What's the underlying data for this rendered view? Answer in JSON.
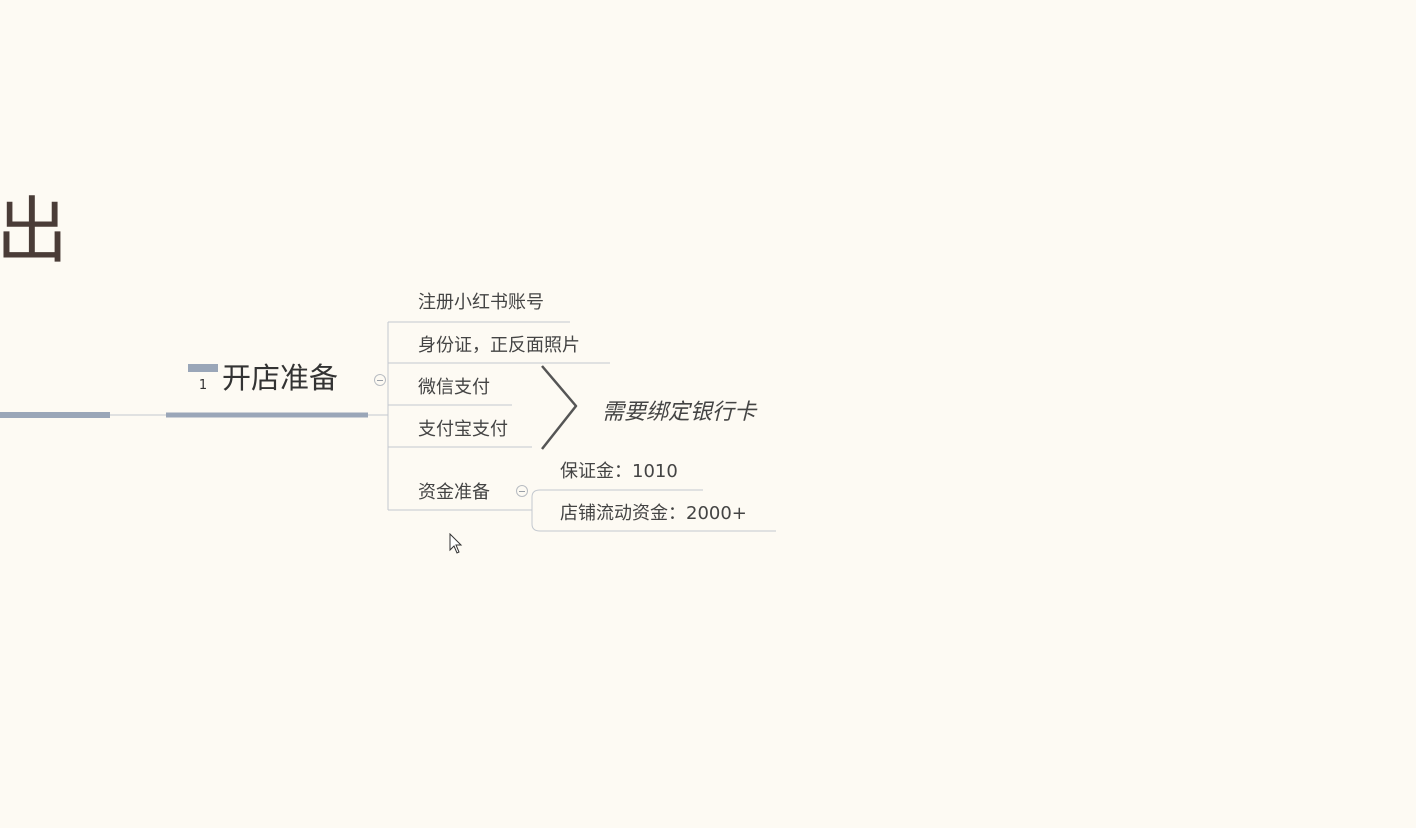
{
  "background_char": "出",
  "main_topic": {
    "label": "开店准备",
    "priority_marker": "1",
    "priority_icon": "priority-1-icon"
  },
  "branches": [
    {
      "label": "注册小红书账号"
    },
    {
      "label": "身份证，正反面照片"
    },
    {
      "label": "微信支付"
    },
    {
      "label": "支付宝支付"
    },
    {
      "label": "资金准备"
    }
  ],
  "boundary_note": "需要绑定银行卡",
  "funding_children": [
    {
      "label": "保证金：1010"
    },
    {
      "label": "店铺流动资金：2000+"
    }
  ],
  "colors": {
    "background": "#fdfaf3",
    "line": "#b9bec6",
    "main_line": "#9aa6b8",
    "text": "#444444"
  }
}
